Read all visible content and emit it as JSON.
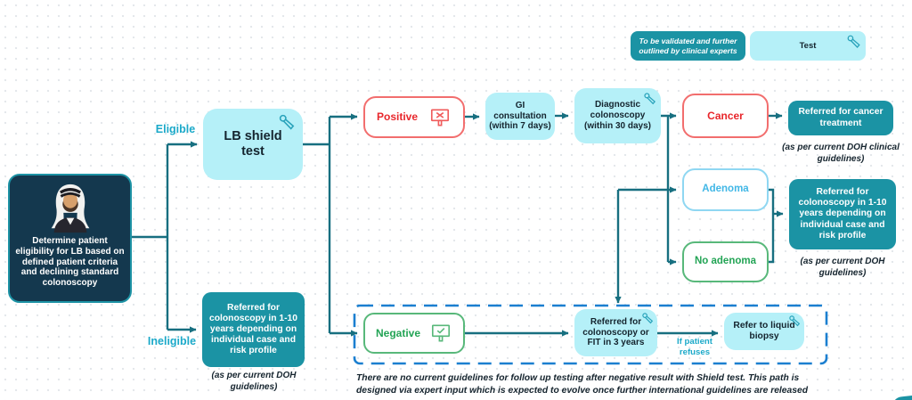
{
  "legend": {
    "validation_note": "To be validated and further outlined by clinical experts",
    "test_label": "Test"
  },
  "start_node": {
    "label": "Determine patient eligibility for LB based on defined patient criteria and declining standard colonoscopy"
  },
  "labels": {
    "eligible": "Eligible",
    "ineligible": "Ineligible",
    "if_patient_refuses": "If patient refuses"
  },
  "nodes": {
    "lb_shield_test": "LB shield test",
    "positive": "Positive",
    "gi_consultation": "GI consultation (within 7 days)",
    "diagnostic_colonoscopy": "Diagnostic colonoscopy (within 30 days)",
    "cancer": "Cancer",
    "referred_cancer_treatment": "Referred for cancer treatment",
    "adenoma": "Adenoma",
    "no_adenoma": "No adenoma",
    "referred_colonoscopy_1_10_right": "Referred for colonoscopy in 1-10 years depending on individual case and risk profile",
    "referred_colonoscopy_1_10_left": "Referred for colonoscopy in 1-10 years depending on individual case and risk profile",
    "negative": "Negative",
    "referred_colonoscopy_fit": "Referred for colonoscopy or FIT in 3 years",
    "refer_liquid_biopsy": "Refer to liquid biopsy"
  },
  "captions": {
    "cancer_guidelines": "(as per current DOH clinical guidelines)",
    "right_guidelines": "(as per current DOH guidelines)",
    "left_guidelines": "(as per current DOH guidelines)"
  },
  "footnote": "There are no current guidelines for follow up testing after negative result with Shield test. This path is designed via expert input which is expected to evolve once further international guidelines are released",
  "icons": {
    "test_swab": "swab-icon",
    "positive_sign": "sign-x-icon",
    "negative_sign": "sign-check-icon",
    "patient": "patient-avatar-icon"
  },
  "colors": {
    "teal_fill": "#1b93a4",
    "light_cyan_fill": "#b5f0f8",
    "dark_navy_fill": "#14384e",
    "connector_teal": "#176f80",
    "branch_label_cyan": "#1ba9c9",
    "positive_red": "#e8262b",
    "negative_green": "#23a455",
    "adenoma_blue": "#41b7e6",
    "dashed_border_blue": "#1b7fd0"
  }
}
